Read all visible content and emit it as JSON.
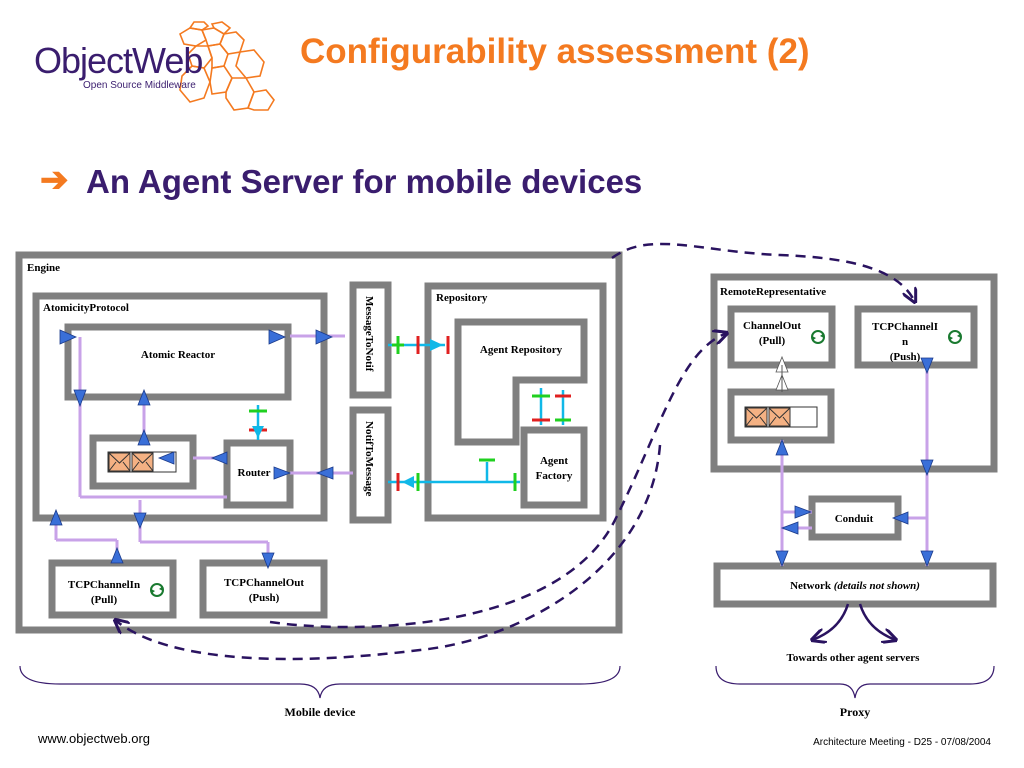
{
  "header": {
    "logo_name": "ObjectWeb",
    "logo_tagline": "Open Source Middleware",
    "title": "Configurability assessment (2)",
    "subtitle": "An Agent Server for mobile devices",
    "bullet_icon": "arrow-right-icon"
  },
  "diagram": {
    "engine_label": "Engine",
    "atomicity_protocol_label": "AtomicityProtocol",
    "atomic_reactor_label": "Atomic Reactor",
    "router_label": "Router",
    "message_to_notif_label": "MessageToNotif",
    "notif_to_message_label": "NotifToMessage",
    "repository_label": "Repository",
    "agent_repository_label": "Agent Repository",
    "agent_factory_label_1": "Agent",
    "agent_factory_label_2": "Factory",
    "tcp_channel_in_label_1": "TCPChannelIn",
    "tcp_channel_in_label_2": "(Pull)",
    "tcp_channel_out_label_1": "TCPChannelOut",
    "tcp_channel_out_label_2": "(Push)",
    "remote_representative_label": "RemoteRepresentative",
    "channel_out_label_1": "ChannelOut",
    "channel_out_label_2": "(Pull)",
    "proxy_tcp_channel_in_label_1": "TCPChannelI",
    "proxy_tcp_channel_in_label_2": "n",
    "proxy_tcp_channel_in_label_3": "(Push)",
    "conduit_label": "Conduit",
    "network_label": "Network",
    "network_details": "(details not shown)",
    "towards_label": "Towards other agent servers",
    "mobile_device_label": "Mobile device",
    "proxy_label": "Proxy",
    "colors": {
      "box_border": "#7f7f7f",
      "flow_line": "#c8a2e8",
      "arrow_fill": "#3a6fd8",
      "dashed_link": "#2a1360",
      "binding_red": "#e02020",
      "binding_green": "#20d020",
      "binding_cyan": "#10b8e8",
      "title": "#f47a20",
      "subtitle": "#3a1d6e"
    }
  },
  "footer": {
    "url": "www.objectweb.org",
    "meeting": "Architecture Meeting - D25 - 07/08/2004"
  }
}
